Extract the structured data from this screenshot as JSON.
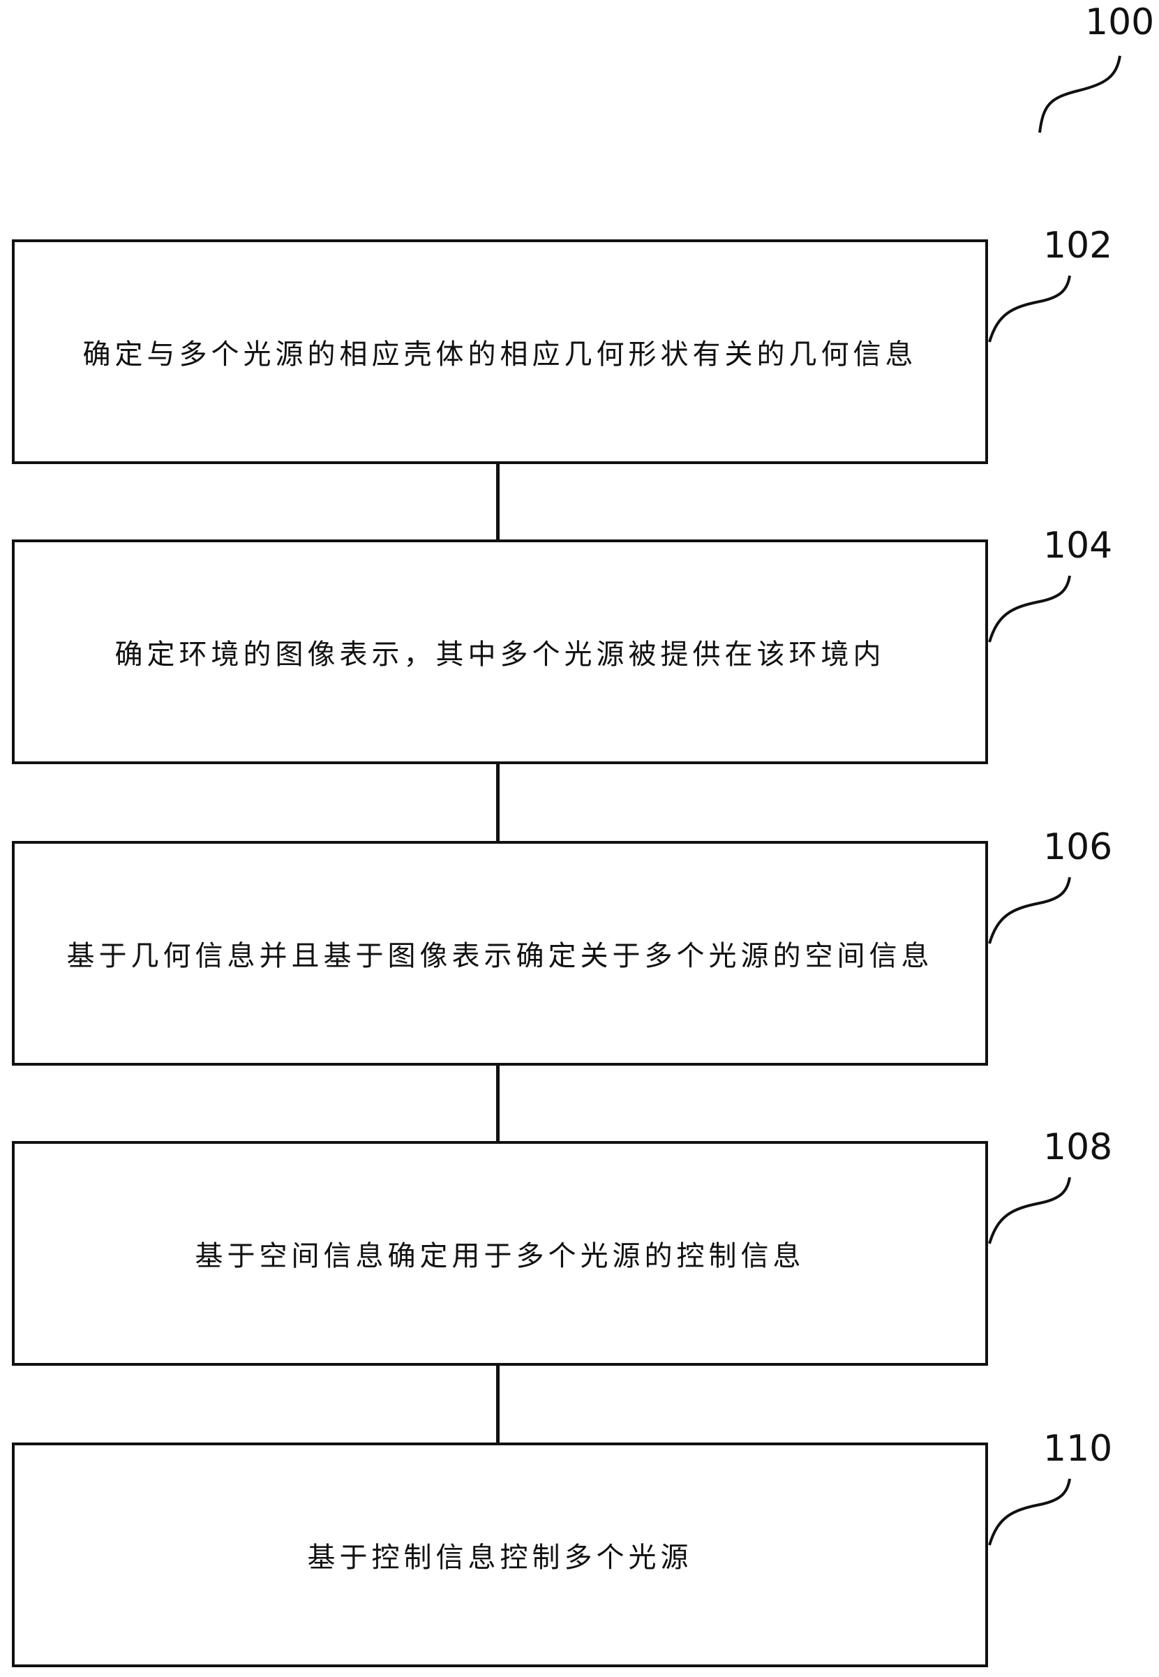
{
  "figure": {
    "ref_label": "100"
  },
  "steps": [
    {
      "ref": "102",
      "text": "确定与多个光源的相应壳体的相应几何形状有关的几何信息"
    },
    {
      "ref": "104",
      "text": "确定环境的图像表示，其中多个光源被提供在该环境内"
    },
    {
      "ref": "106",
      "text": "基于几何信息并且基于图像表示确定关于多个光源的空间信息"
    },
    {
      "ref": "108",
      "text": "基于空间信息确定用于多个光源的控制信息"
    },
    {
      "ref": "110",
      "text": "基于控制信息控制多个光源"
    }
  ]
}
